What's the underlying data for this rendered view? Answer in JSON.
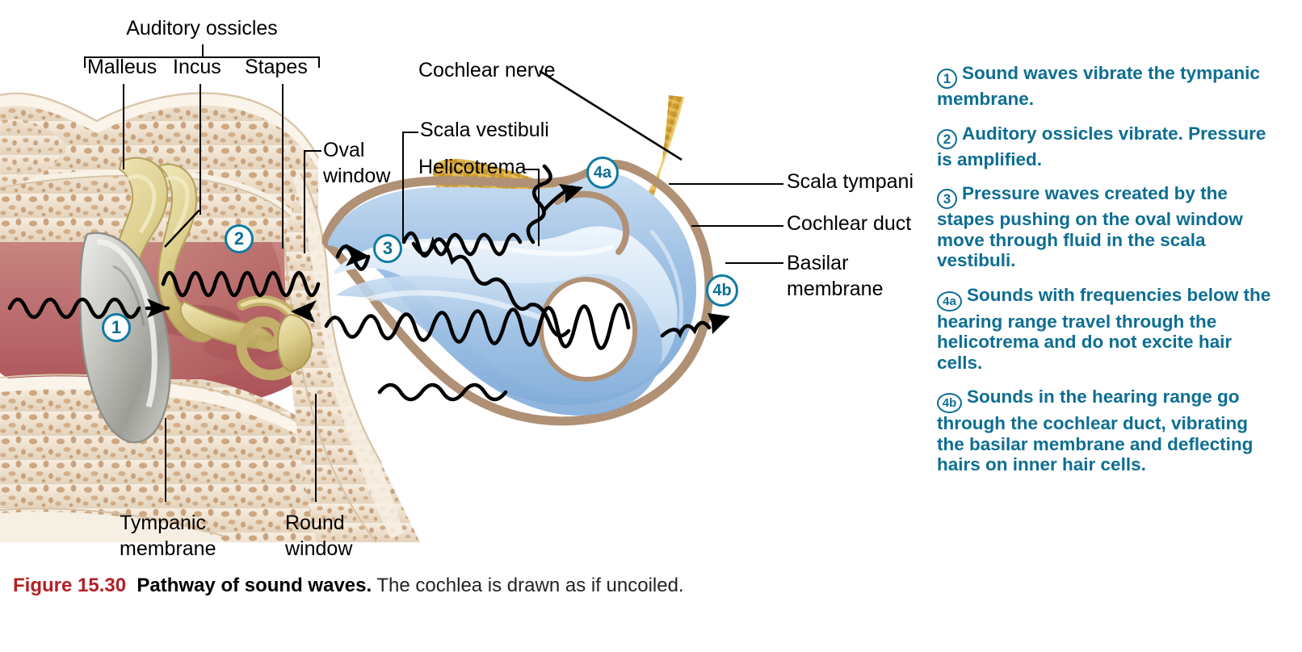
{
  "figure": {
    "number": "Figure 15.30",
    "title": "Pathway of sound waves.",
    "rest": " The cochlea is drawn as if uncoiled.",
    "accent_red": "#b42025",
    "accent_teal": "#0d6e92"
  },
  "labels": {
    "auditory_ossicles": "Auditory ossicles",
    "malleus": "Malleus",
    "incus": "Incus",
    "stapes": "Stapes",
    "oval_window": "Oval\nwindow",
    "cochlear_nerve": "Cochlear nerve",
    "scala_vestibuli": "Scala vestibuli",
    "helicotrema": "Helicotrema",
    "scala_tympani": "Scala tympani",
    "cochlear_duct": "Cochlear duct",
    "basilar_membrane": "Basilar\nmembrane",
    "tympanic_membrane": "Tympanic\nmembrane",
    "round_window": "Round\nwindow"
  },
  "step_markers": {
    "one": "1",
    "two": "2",
    "three": "3",
    "four_a": "4a",
    "four_b": "4b"
  },
  "legend": [
    {
      "badge": "1",
      "wide": false,
      "text": "Sound waves vibrate the tympanic membrane."
    },
    {
      "badge": "2",
      "wide": false,
      "text": "Auditory ossicles vibrate. Pressure is amplified."
    },
    {
      "badge": "3",
      "wide": false,
      "text": "Pressure waves created by the stapes pushing on the oval window move through fluid in the scala vestibuli."
    },
    {
      "badge": "4a",
      "wide": true,
      "text": "Sounds with frequencies below the hearing range travel through the helicotrema and do not excite hair cells."
    },
    {
      "badge": "4b",
      "wide": true,
      "text": "Sounds in the hearing range go through the cochlear duct, vibrating the basilar membrane and deflecting hairs on inner hair cells."
    }
  ],
  "palette": {
    "bone": "#efe3d2",
    "bone_edge": "#cbb79f",
    "marrow": "#c49a70",
    "tissue_rose": "#c78c84",
    "tissue_deep": "#b05a5c",
    "ossicle": "#e2d49a",
    "ossicle_shade": "#c2ad69",
    "tympanic_grey": "#b9b9b4",
    "cochlea_blue": "#9fc3e6",
    "cochlea_blue_light": "#d8e8f6",
    "cochlea_rim": "#a98d78",
    "nerve_gold": "#d8a93c",
    "wave_black": "#000000"
  }
}
